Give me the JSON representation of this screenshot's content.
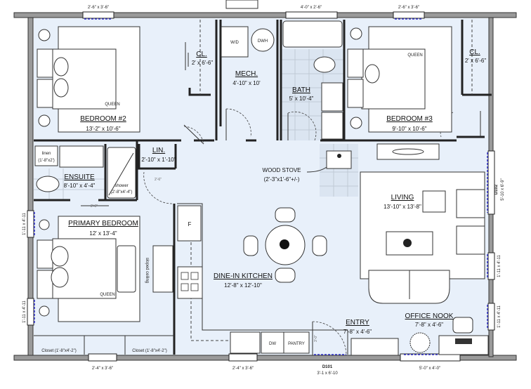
{
  "rooms": {
    "bedroom2": {
      "name": "BEDROOM #2",
      "size": "13'-2\" x 10'-6\"",
      "bed": "QUEEN"
    },
    "closet_left": {
      "name": "CL.",
      "size": "2' x 6'-6\""
    },
    "mech": {
      "name": "MECH.",
      "size": "4'-10\" x 10'",
      "wd": "W/D",
      "dwh": "DWH"
    },
    "bath": {
      "name": "BATH",
      "size": "5' x 10'-4\""
    },
    "bedroom3": {
      "name": "BEDROOM #3",
      "size": "9'-10\" x 10'-6\"",
      "bed": "QUEEN"
    },
    "closet_right": {
      "name": "CL.",
      "size": "2' x 6'-6\""
    },
    "linen": {
      "name": "linen",
      "size": "(1'-8\"x2')"
    },
    "ensuite": {
      "name": "ENSUITE",
      "size": "8'-10\" x 4'-4\"",
      "shower": "shower",
      "shower_size": "(2'-8\"x4'-4\")"
    },
    "lin": {
      "name": "LIN.",
      "size": "2'-10\" x 1'-10\""
    },
    "wood_stove": {
      "name": "WOOD STOVE",
      "size": "(2'-3\"x1'-6\"+/-)"
    },
    "living": {
      "name": "LIVING",
      "size": "13'-10\" x 13'-8\""
    },
    "primary": {
      "name": "PRIMARY BEDROOM",
      "size": "12' x 13'-4\"",
      "bed": "QUEEN",
      "ceiling": "sloped ceiling"
    },
    "kitchen": {
      "name": "DINE-IN KITCHEN",
      "size": "12'-8\" x 12'-10\"",
      "fridge": "F",
      "dw": "DW",
      "pantry": "PANTRY"
    },
    "entry": {
      "name": "ENTRY",
      "size": "7'-8\" x 4'-6\""
    },
    "office": {
      "name": "OFFICE NOOK",
      "size": "7'-8\" x 4'-6\""
    },
    "closet_a": {
      "name": "Closet (1'-8\"x4'-2\")"
    },
    "closet_b": {
      "name": "Closet (1'-8\"x4'-2\")"
    }
  },
  "windows": {
    "top_left": "2'-6\" x 3'-6\"",
    "top_bath": "4'-0\" x 2'-6\"",
    "top_right": "2'-6\" x 3'-6\"",
    "bottom_left": "2'-4\" x 3'-6\"",
    "bottom_kitchen": "2'-4\" x 3'-6\"",
    "bottom_office": "5'-0\" x 4'-0\"",
    "left_upper": "1'-11 x 4'-11",
    "left_lower": "1'-11 x 4'-11",
    "right_upper": "1'-11 x 4'-11",
    "right_lower": "1'-11 x 4'-11"
  },
  "doors": {
    "d101": {
      "id": "D101",
      "size": "3'-1 x 6'-10"
    },
    "d102": {
      "id": "D102",
      "size": "5'-10 x 6'-9\""
    },
    "swing_label": "2'-6\"",
    "entry_swing": "3'-0\""
  }
}
